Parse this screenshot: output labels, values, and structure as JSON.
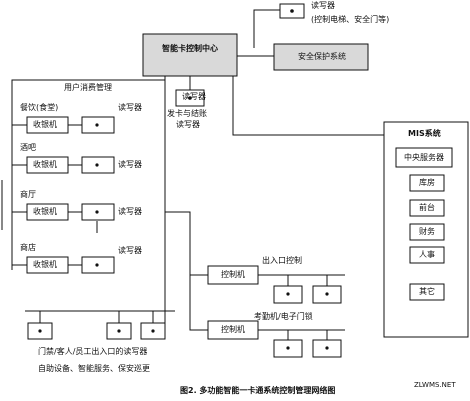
{
  "diagram": {
    "central": {
      "label": "智能卡控制中心"
    },
    "top_reader": {
      "label": "读写器",
      "sub": "(控制电梯、安全门等)"
    },
    "security_system": {
      "label": "安全保护系统"
    },
    "right_center_reader": {
      "label": "读写器"
    },
    "approval_label": {
      "line1": "发卡与结账",
      "line2": "读写器"
    },
    "left_group": {
      "title": "用户消费管理",
      "stations": [
        {
          "label": "餐饮(食堂)",
          "device": "收银机",
          "reader": "读写器"
        },
        {
          "label": "酒吧",
          "device": "收银机",
          "reader": "读写器"
        },
        {
          "label": "商厅",
          "device": "收银机",
          "reader": "读写器"
        },
        {
          "label": "商店",
          "device": "收银机",
          "reader": "读写器"
        }
      ]
    },
    "mis": {
      "title": "MIS系统",
      "server": "中央服务器",
      "modules": [
        "库房",
        "前台",
        "财务",
        "人事",
        "其它"
      ]
    },
    "gate_group": {
      "title": "出入口控制",
      "device": "控制机"
    },
    "attendance_group": {
      "title": "考勤机/电子门锁",
      "device": "控制机"
    },
    "bottom_note": {
      "line1": "门禁/客人/员工出入口的读写器",
      "line2": "自助设备、智能服务、保安巡更"
    },
    "caption": "图2. 多功能智能一卡通系统控制管理网络图",
    "watermark": "ZLWMS.NET",
    "colors": {
      "box_fill": "#d9d9d9",
      "line": "#111111",
      "background": "#ffffff"
    }
  }
}
